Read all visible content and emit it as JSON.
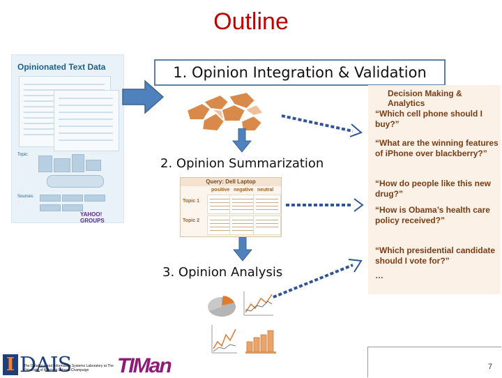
{
  "slide": {
    "title": "Outline",
    "page_number": "7"
  },
  "left_panel": {
    "title": "Opinionated Text Data",
    "topics_label": "Topic:",
    "sources_label": "Sources:",
    "yahoo_label": "YAHOO! GROUPS"
  },
  "steps": [
    {
      "label": "1. Opinion Integration & Validation"
    },
    {
      "label": "2. Opinion Summarization"
    },
    {
      "label": "3. Opinion Analysis"
    }
  ],
  "query_table": {
    "header": "Query: Dell Laptop",
    "columns": [
      "positive",
      "negative",
      "neutral"
    ],
    "rows": [
      "Topic 1",
      "Topic 2"
    ]
  },
  "right_panel": {
    "header": "Decision Making & Analytics",
    "questions": [
      "“Which cell phone should I buy?”",
      "“What are the winning features of iPhone over blackberry?”",
      "“How do people like this new drug?”",
      "“How is Obama’s health care policy received?”",
      "“Which presidential candidate should I vote for?”",
      "…"
    ]
  },
  "footer": {
    "logo_i": "I",
    "logo_dais": "DAIS",
    "logo_dais_sub": "The Database and Information Systems Laboratory at The University of Illinois at Urbana-Champaign",
    "logo_timan": "TIMan"
  },
  "colors": {
    "title": "#c00000",
    "step_box_border": "#5b7fa6",
    "arrow_blue": "#4f81bd",
    "right_text": "#7a3c14",
    "left_panel_bg": "#e9f2f8",
    "right_panel_bg": "#fbf1e6"
  }
}
